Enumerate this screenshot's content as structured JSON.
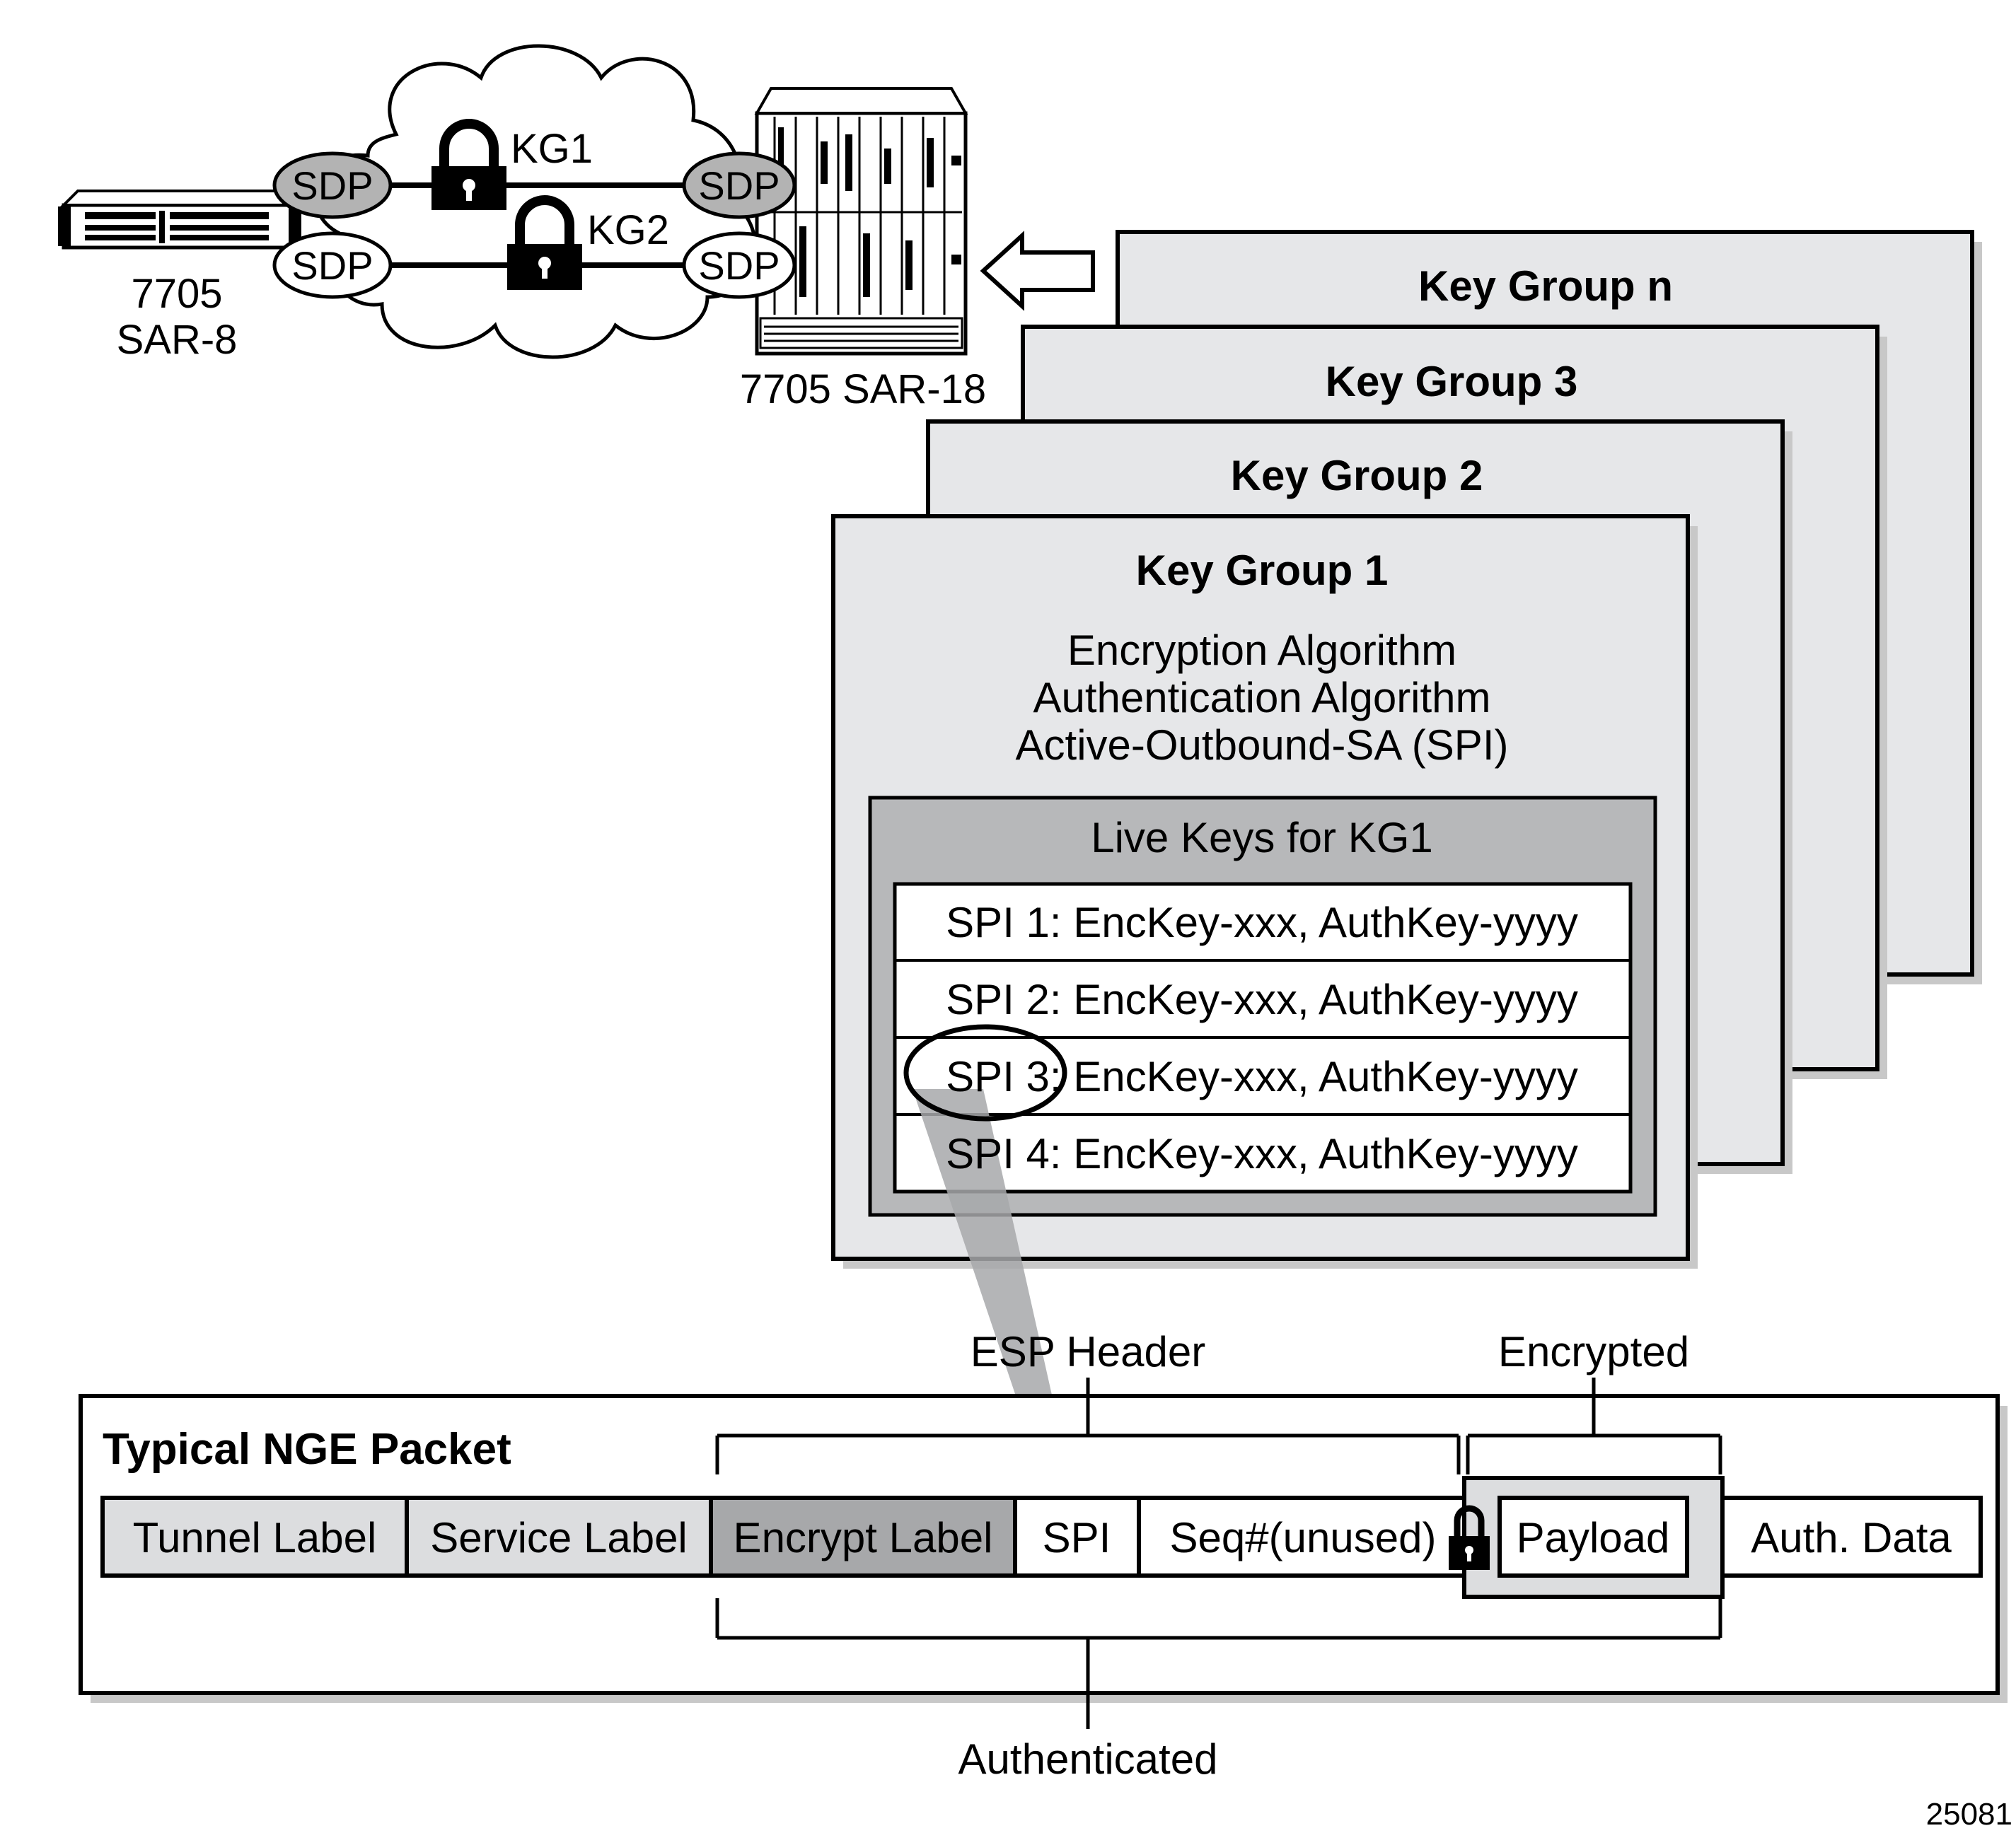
{
  "network": {
    "left_router_label_line1": "7705",
    "left_router_label_line2": "SAR-8",
    "right_router_label": "7705 SAR-18",
    "sdp_label": "SDP",
    "kg1_label": "KG1",
    "kg2_label": "KG2"
  },
  "key_groups": {
    "back_titles": [
      "Key Group n",
      "Key Group 3",
      "Key Group 2"
    ],
    "front_title": "Key Group 1",
    "attributes": [
      "Encryption Algorithm",
      "Authentication Algorithm",
      "Active-Outbound-SA (SPI)"
    ],
    "live_keys_title": "Live Keys for KG1",
    "spi_rows": [
      "SPI 1: EncKey-xxx, AuthKey-yyyy",
      "SPI 2: EncKey-xxx, AuthKey-yyyy",
      "SPI 3: EncKey-xxx, AuthKey-yyyy",
      "SPI 4: EncKey-xxx, AuthKey-yyyy"
    ]
  },
  "packet": {
    "title": "Typical NGE Packet",
    "esp_header_label": "ESP Header",
    "encrypted_label": "Encrypted",
    "authenticated_label": "Authenticated",
    "fields": {
      "tunnel": "Tunnel Label",
      "service": "Service Label",
      "encrypt": "Encrypt Label",
      "spi": "SPI",
      "seq": "Seq#(unused)",
      "payload": "Payload",
      "auth": "Auth. Data"
    }
  },
  "figure_id": "25081",
  "colors": {
    "panel_fill": "#e6e7e9",
    "live_keys_fill": "#b7b8ba",
    "sdp_gray": "#b3b3b3",
    "encrypt_fill": "#a7a8aa",
    "label_fill": "#dcdddf",
    "shadow": "#c8c8c8"
  }
}
